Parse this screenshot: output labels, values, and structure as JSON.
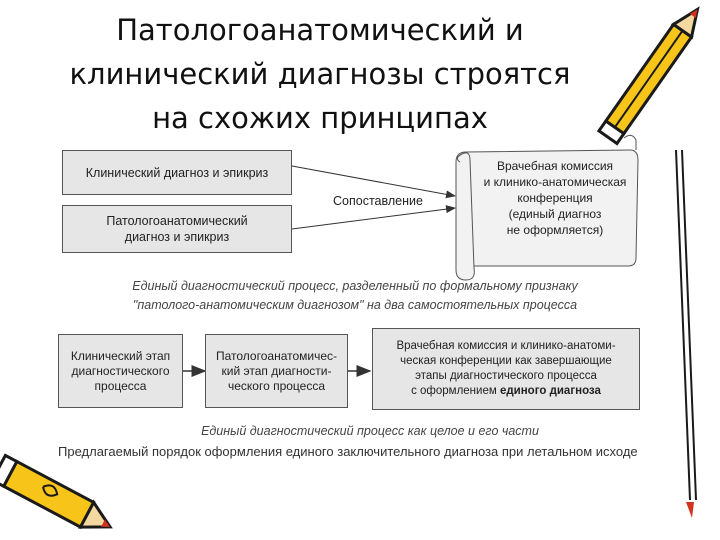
{
  "title": "Патологоанатомический и\nклинический диагнозы строятся\nна схожих принципах",
  "top_diagram": {
    "box_clinical": "Клинический диагноз и эпикриз",
    "box_patho": "Патологоанатомический\nдиагноз и эпикриз",
    "comparison_label": "Сопоставление",
    "scroll_text": "Врачебная комиссия\nи клинико-анатомическая\nконференция\n(единый диагноз\nне оформляется)",
    "caption": "Единый диагностический процесс, разделенный по формальному признаку\n\"патолого-анатомическим диагнозом\" на два самостоятельных процесса"
  },
  "bottom_diagram": {
    "box_clinical_stage": "Клинический этап\nдиагностического\nпроцесса",
    "box_patho_stage": "Патологоанатомичес-\nкий этап диагности-\nческого процесса",
    "box_conference_text": "Врачебная комиссия и клинико-анатоми-\nческая конференции как завершающие\nэтапы диагностического процесса\nс оформлением ",
    "box_conference_bold": "единого диагноза",
    "caption": "Единый диагностический процесс как целое и его части"
  },
  "footer": "Предлагаемый порядок оформления единого заключительного диагноза при летальном исходе",
  "colors": {
    "pencil_body": "#f7c41a",
    "pencil_outline": "#1a1a1a",
    "pencil_tip": "#d2321e",
    "box_fill": "#e6e6e6"
  },
  "icons": [
    "pencil-icon-top-right",
    "pencil-icon-bottom-left",
    "pencil-icon-right-edge"
  ]
}
